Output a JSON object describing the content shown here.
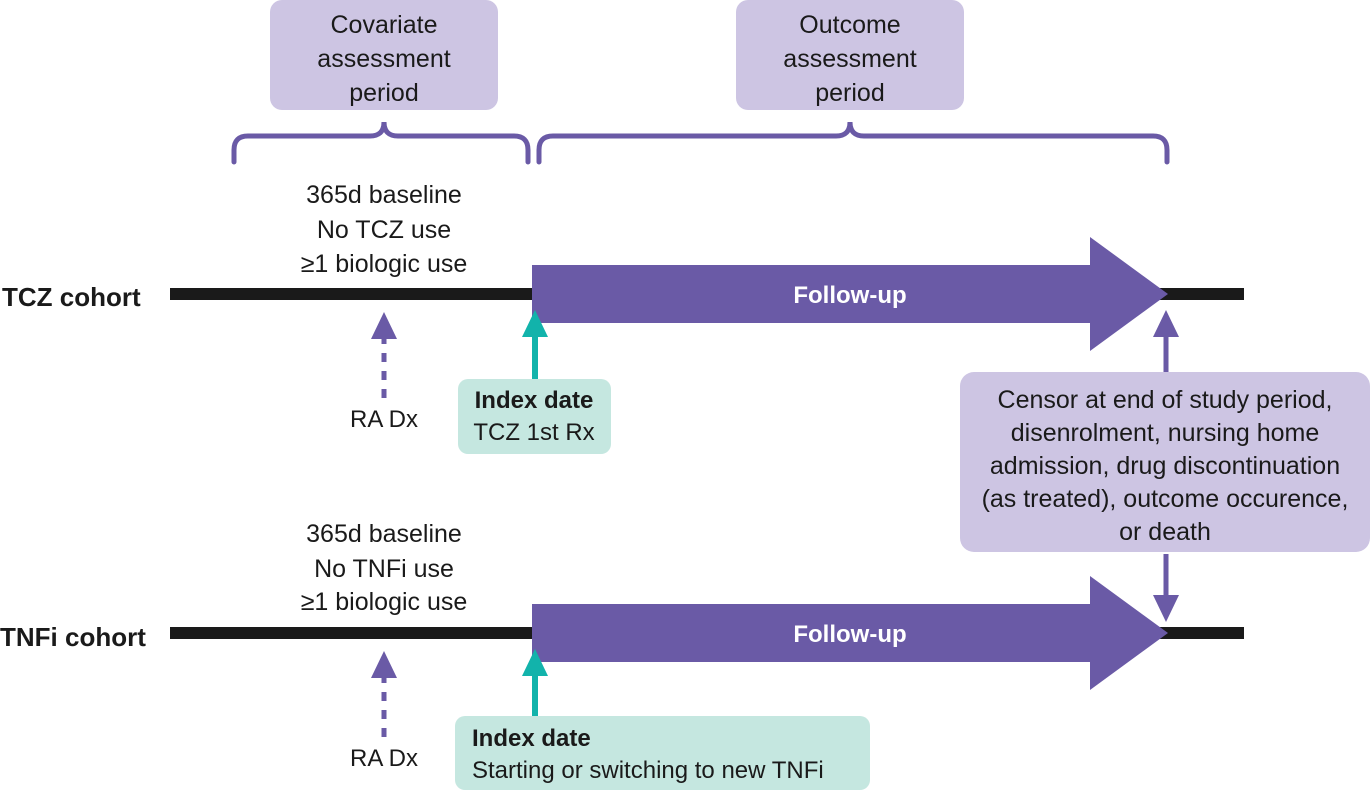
{
  "diagram": {
    "title": "Study design timeline for TCZ and TNFi cohorts",
    "colors": {
      "purple_fill": "#6a5aa6",
      "lavender_box": "#cdc5e3",
      "mint_box": "#c5e7e0",
      "teal_accent": "#12b3ab",
      "timeline_black": "#1a1a1a",
      "text_white": "#ffffff"
    },
    "period_boxes": [
      {
        "id": "covariate",
        "line1": "Covariate",
        "line2": "assessment",
        "line3": "period"
      },
      {
        "id": "outcome",
        "line1": "Outcome",
        "line2": "assessment",
        "line3": "period"
      }
    ],
    "cohorts": [
      {
        "id": "tcz",
        "label": "TCZ cohort",
        "baseline_lines": [
          "365d baseline",
          "No TCZ use",
          "≥1 biologic use"
        ],
        "followup_label": "Follow-up",
        "ra_dx_label": "RA Dx",
        "index_box": {
          "title": "Index date",
          "detail": "TCZ 1st Rx",
          "align": "center"
        }
      },
      {
        "id": "tnfi",
        "label": "TNFi cohort",
        "baseline_lines": [
          "365d baseline",
          "No TNFi use",
          "≥1 biologic use"
        ],
        "followup_label": "Follow-up",
        "ra_dx_label": "RA Dx",
        "index_box": {
          "title": "Index date",
          "detail": "Starting or switching to new TNFi",
          "align": "left"
        }
      }
    ],
    "censor_box": {
      "lines": [
        "Censor at end of study period,",
        "disenrolment, nursing home",
        "admission, drug discontinuation",
        "(as treated), outcome occurence,",
        "or death"
      ]
    }
  }
}
